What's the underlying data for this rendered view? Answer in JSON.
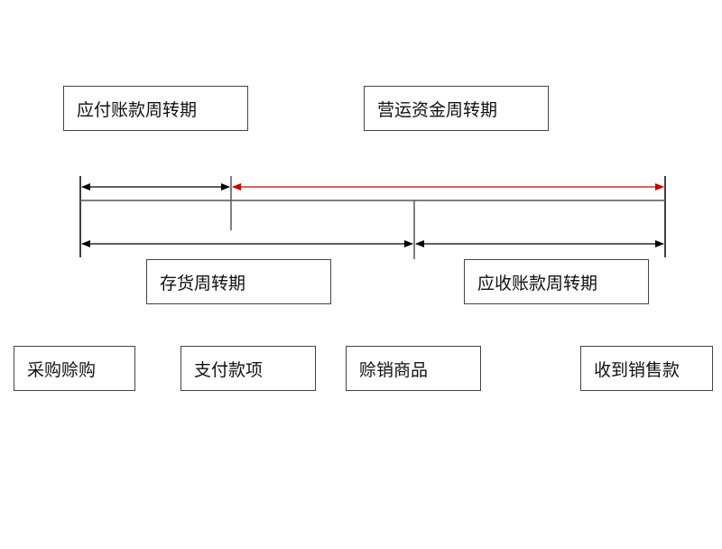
{
  "labels": {
    "ap_period": "应付账款周转期",
    "wc_period": "营运资金周转期",
    "inv_period": "存货周转期",
    "ar_period": "应收账款周转期",
    "buy_on_credit": "采购赊购",
    "pay": "支付款项",
    "sell_on_credit": "赊销商品",
    "collect": "收到销售款"
  },
  "colors": {
    "line": "#000000",
    "divider": "#555555",
    "accent": "#cc0000"
  }
}
